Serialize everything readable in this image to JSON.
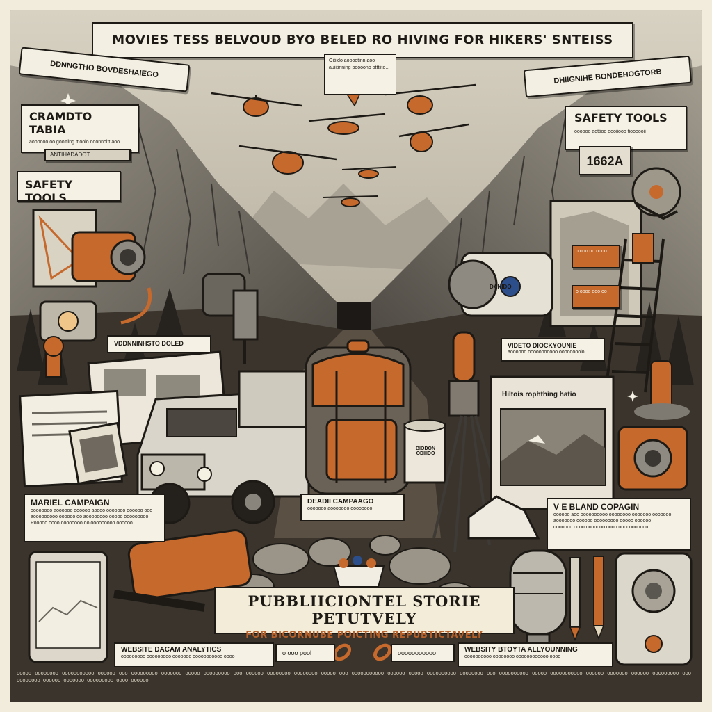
{
  "title_banner": "MOVIES TESS BELVOUD BYO BELED RO HIVING FOR HIKERS' SNTEISS",
  "left_banner": "DDNNGTHO BOVDESHAIEGO",
  "right_banner": "DHIIGNIHE BONDEHOGTORB",
  "tooltip_top": "Oitiido aooootinn aoo auiitinning poooono otttiito...",
  "left_label_1": {
    "heading": "CRAMDTO TABIA",
    "fine_text": "aoooooo oo gooitiing ttiooio ooonnoitt aoo",
    "tag": "ANTIHADADOT"
  },
  "left_label_2": {
    "heading": "SAFETY TOOLS"
  },
  "right_label_1": {
    "heading": "SAFETY TOOLS",
    "fine_text": "oooooo aottioo oooiiooo tioooooii"
  },
  "counter_display": "1662A",
  "camera_badge": "DANIDO",
  "right_tags": {
    "tag_1": "o ooo oo oooo",
    "tag_2": "o oooo ooo oo"
  },
  "news_caption": "VDDNNINHSTO DOLED",
  "video_caption": {
    "heading": "VIDETO DIOCKYOUNIE",
    "fine_text": "aoooooo ooooooooooo ooooooooio"
  },
  "monitor_text": "Hiltois rophthing hatio",
  "can_label": "BIODON ODIIIDO",
  "caption_left": {
    "heading": "MARIEL CAMPAIGN",
    "lines": [
      "oooooooo aoooooo oooooo aoooo ooooooo oooooo ooo",
      "aooooooooo oooooo oo aoooooooo ooooo ooooooooo",
      "Pooooo oooo oooooooo oo ooooooooo oooooo"
    ]
  },
  "caption_center": {
    "heading": "DEADII CAMPAAGO",
    "fine_text": "ooooooo aooooooo oooooooo"
  },
  "caption_right": {
    "heading": "V E BLAND COPAGIN",
    "lines": [
      "oooooo aoo oooooooooo oooooooo ooooooo ooooooo",
      "aooooooo oooooo ooooooooo ooooo oooooo",
      "ooooooo oooo ooooooo oooo ooooooooooo"
    ]
  },
  "pub_banner": {
    "line1": "PUBBLIICIONTEL STORIE PETUTVELY",
    "line2": "FOR BICORNUBE POICTING REPUBTICTAVELY"
  },
  "bottom_captions": {
    "analytics": {
      "heading": "WEBSITE DACAM ANALYTICS",
      "fine_text": "ooooooooo ooooooooo ooooooo ooooooooooo oooo"
    },
    "pill_left": "o ooo pool",
    "pill_right": "ooooooooooo",
    "website": {
      "heading": "WEBSITY BTOYTA ALLYOUNNING",
      "fine_text": "oooooooooo oooooooo oooooooooooo oooo"
    }
  },
  "footer_text": "OOOOO OOOOOOOO OOOOOOOOOOO OOOOOO OOO OOOOOOOOO OOOOOOO OOOOO OOOOOOOOO OOO OOOOOO OOOOOOOO OOOOOOOO OOOOO OOO OOOOOOOOOOO OOOOOO OOOOO OOOOOOOOOO OOOOOOOO OOO OOOOOOOOOO OOOOO OOOOOOOOOOO OOOOOO OOOOOOO OOOOOO OOOOOOOOO OOO OOOOOOOO OOOOOO OOOOOOO OOOOOOOOO OOOO OOOOOO",
  "colors": {
    "background_cream": "#f1ecdc",
    "ink": "#1d1a16",
    "accent_orange": "#c6692d",
    "mountain_gray": "#8b857a",
    "sky": "#c8c1b1"
  },
  "icons": [
    "helicopter-icon",
    "backpack-icon",
    "jeep-icon",
    "camera-icon",
    "ladder-icon",
    "newspaper-icon",
    "smartphone-icon",
    "microphone-icon",
    "pencil-icon",
    "sneaker-icon",
    "map-icon",
    "carabiner-icon",
    "speaker-icon",
    "can-icon",
    "star-icon"
  ]
}
